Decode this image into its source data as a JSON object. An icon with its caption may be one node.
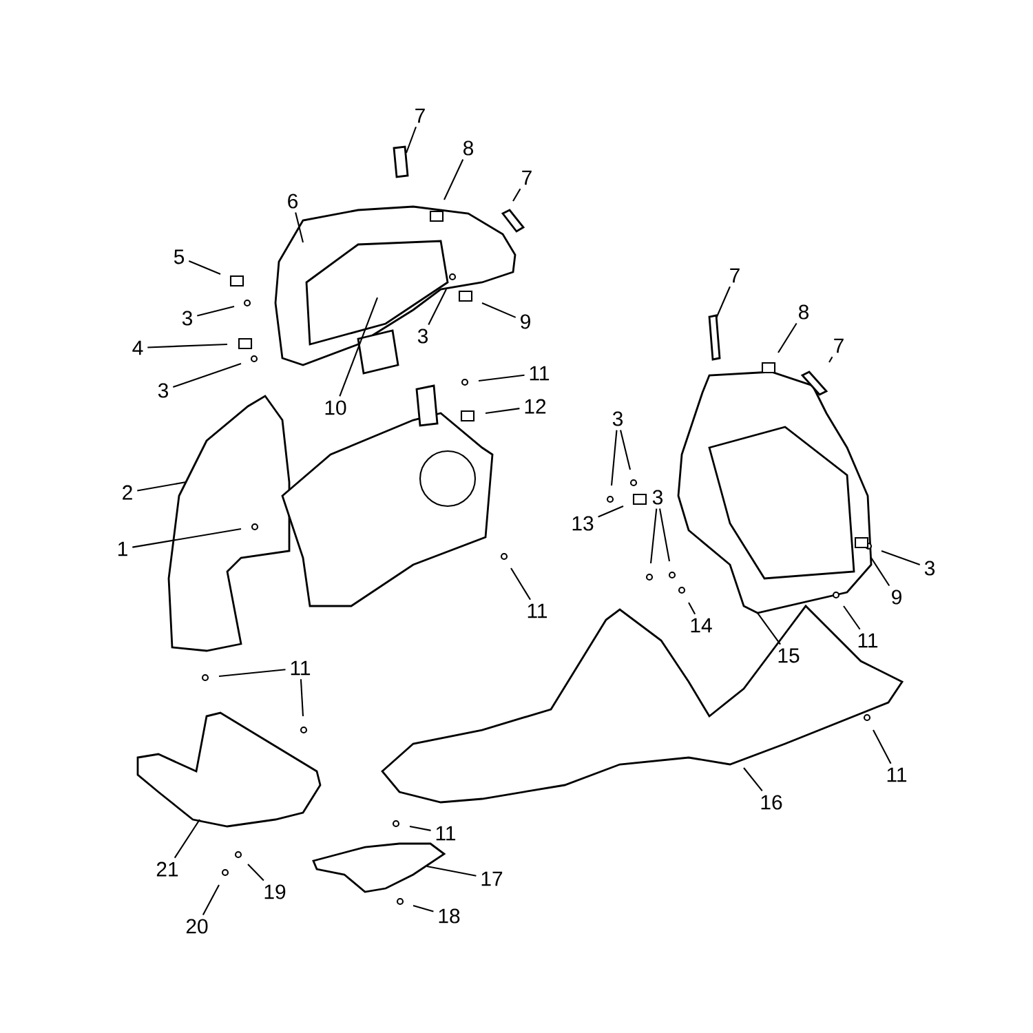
{
  "diagram": {
    "nodes": [
      {
        "text": [
          "7"
        ]
      },
      {
        "text": [
          "8"
        ]
      },
      {
        "text": [
          "7"
        ]
      },
      {
        "text": [
          "6"
        ]
      },
      {
        "text": [
          "5"
        ]
      },
      {
        "text": [
          "7"
        ]
      },
      {
        "text": [
          "8"
        ]
      },
      {
        "text": [
          "3"
        ]
      },
      {
        "text": [
          "9"
        ]
      },
      {
        "text": [
          "3"
        ]
      },
      {
        "text": [
          "7"
        ]
      },
      {
        "text": [
          "4"
        ]
      },
      {
        "text": [
          "11"
        ]
      },
      {
        "text": [
          "3"
        ]
      },
      {
        "text": [
          "12"
        ]
      },
      {
        "text": [
          "10"
        ]
      },
      {
        "text": [
          "3"
        ]
      },
      {
        "text": [
          "2"
        ]
      },
      {
        "text": [
          "3"
        ]
      },
      {
        "text": [
          "13"
        ]
      },
      {
        "text": [
          "1"
        ]
      },
      {
        "text": [
          "3"
        ]
      },
      {
        "text": [
          "9"
        ]
      },
      {
        "text": [
          "11"
        ]
      },
      {
        "text": [
          "14"
        ]
      },
      {
        "text": [
          "11"
        ]
      },
      {
        "text": [
          "15"
        ]
      },
      {
        "text": [
          "11"
        ]
      },
      {
        "text": [
          "11"
        ]
      },
      {
        "text": [
          "16"
        ]
      },
      {
        "text": [
          "11"
        ]
      },
      {
        "text": [
          "21"
        ]
      },
      {
        "text": [
          "17"
        ]
      },
      {
        "text": [
          "19"
        ]
      },
      {
        "text": [
          "18"
        ]
      },
      {
        "text": [
          "20"
        ]
      }
    ],
    "edges": [
      {
        "from": 0,
        "to": null,
        "arrow": "none"
      },
      {
        "from": 1,
        "to": null,
        "arrow": "none"
      },
      {
        "from": 2,
        "to": null,
        "arrow": "none"
      },
      {
        "from": 3,
        "to": null,
        "arrow": "none"
      },
      {
        "from": 4,
        "to": null,
        "arrow": "none"
      },
      {
        "from": 5,
        "to": null,
        "arrow": "none"
      },
      {
        "from": 6,
        "to": null,
        "arrow": "none"
      },
      {
        "from": 7,
        "to": null,
        "arrow": "none"
      },
      {
        "from": 8,
        "to": null,
        "arrow": "none"
      },
      {
        "from": 9,
        "to": null,
        "arrow": "none"
      },
      {
        "from": 10,
        "to": null,
        "arrow": "none"
      },
      {
        "from": 11,
        "to": null,
        "arrow": "none"
      },
      {
        "from": 12,
        "to": null,
        "arrow": "none"
      },
      {
        "from": 13,
        "to": null,
        "arrow": "none"
      },
      {
        "from": 14,
        "to": null,
        "arrow": "none"
      },
      {
        "from": 15,
        "to": null,
        "arrow": "none"
      },
      {
        "from": 16,
        "to": null,
        "arrow": "none"
      },
      {
        "from": 16,
        "to": null,
        "arrow": "none"
      },
      {
        "from": 17,
        "to": null,
        "arrow": "none"
      },
      {
        "from": 18,
        "to": null,
        "arrow": "none"
      },
      {
        "from": 18,
        "to": null,
        "arrow": "none"
      },
      {
        "from": 19,
        "to": null,
        "arrow": "none"
      },
      {
        "from": 20,
        "to": null,
        "arrow": "none"
      },
      {
        "from": 21,
        "to": null,
        "arrow": "none"
      },
      {
        "from": 22,
        "to": null,
        "arrow": "none"
      },
      {
        "from": 23,
        "to": null,
        "arrow": "none"
      },
      {
        "from": 24,
        "to": null,
        "arrow": "none"
      },
      {
        "from": 25,
        "to": null,
        "arrow": "none"
      },
      {
        "from": 26,
        "to": null,
        "arrow": "none"
      },
      {
        "from": 27,
        "to": null,
        "arrow": "none"
      },
      {
        "from": 27,
        "to": null,
        "arrow": "none"
      },
      {
        "from": 28,
        "to": null,
        "arrow": "none"
      },
      {
        "from": 29,
        "to": null,
        "arrow": "none"
      },
      {
        "from": 30,
        "to": null,
        "arrow": "none"
      },
      {
        "from": 31,
        "to": null,
        "arrow": "none"
      },
      {
        "from": 32,
        "to": null,
        "arrow": "none"
      },
      {
        "from": 33,
        "to": null,
        "arrow": "none"
      },
      {
        "from": 34,
        "to": null,
        "arrow": "none"
      },
      {
        "from": 35,
        "to": null,
        "arrow": "none"
      }
    ]
  }
}
